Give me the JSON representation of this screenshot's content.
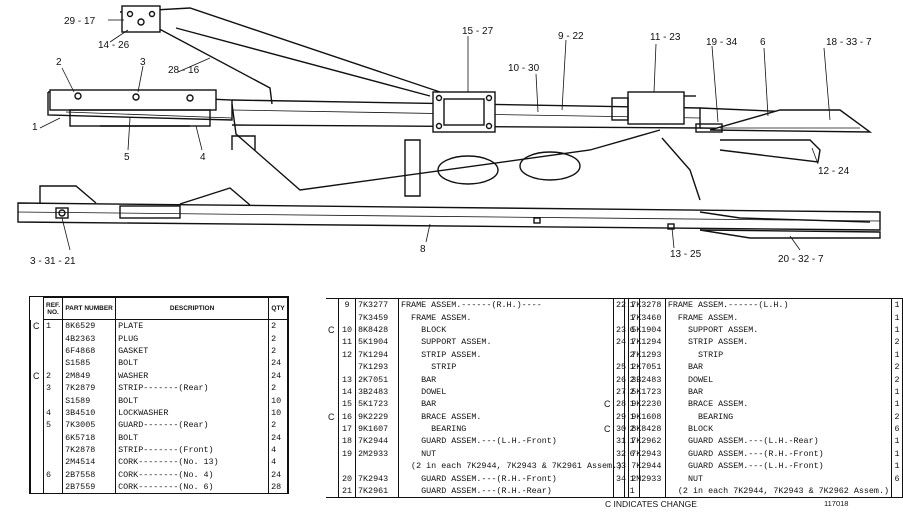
{
  "callouts": [
    {
      "id": "c1",
      "text": "29 - 17"
    },
    {
      "id": "c2",
      "text": "14 - 26"
    },
    {
      "id": "c3",
      "text": "2"
    },
    {
      "id": "c4",
      "text": "3"
    },
    {
      "id": "c5",
      "text": "28 - 16"
    },
    {
      "id": "c6",
      "text": "15 - 27"
    },
    {
      "id": "c7",
      "text": "9 - 22"
    },
    {
      "id": "c8",
      "text": "11 - 23"
    },
    {
      "id": "c9",
      "text": "19 - 34"
    },
    {
      "id": "c10",
      "text": "6"
    },
    {
      "id": "c11",
      "text": "18 - 33 - 7"
    },
    {
      "id": "c12",
      "text": "10 - 30"
    },
    {
      "id": "c13",
      "text": "1"
    },
    {
      "id": "c14",
      "text": "5"
    },
    {
      "id": "c15",
      "text": "4"
    },
    {
      "id": "c16",
      "text": "12 - 24"
    },
    {
      "id": "c17",
      "text": "3 - 31 - 21"
    },
    {
      "id": "c18",
      "text": "8"
    },
    {
      "id": "c19",
      "text": "13 - 25"
    },
    {
      "id": "c20",
      "text": "20 - 32 - 7"
    }
  ],
  "table1": {
    "headers": {
      "ref": "REF. NO.",
      "part": "PART NUMBER",
      "desc": "DESCRIPTION",
      "qty": "QTY"
    },
    "rows": [
      {
        "c": "C",
        "ref": "1",
        "part": "8K6529",
        "desc": "PLATE",
        "qty": "2"
      },
      {
        "c": "",
        "ref": "",
        "part": "4B2363",
        "desc": "PLUG",
        "qty": "2"
      },
      {
        "c": "",
        "ref": "",
        "part": "6F4868",
        "desc": "GASKET",
        "qty": "2"
      },
      {
        "c": "",
        "ref": "",
        "part": "S1585",
        "desc": "BOLT",
        "qty": "24"
      },
      {
        "c": "C",
        "ref": "2",
        "part": "2M849",
        "desc": "WASHER",
        "qty": "24"
      },
      {
        "c": "",
        "ref": "3",
        "part": "7K2879",
        "desc": "STRIP-------(Rear)",
        "qty": "2"
      },
      {
        "c": "",
        "ref": "",
        "part": "S1589",
        "desc": "BOLT",
        "qty": "10"
      },
      {
        "c": "",
        "ref": "4",
        "part": "3B4510",
        "desc": "LOCKWASHER",
        "qty": "10"
      },
      {
        "c": "",
        "ref": "5",
        "part": "7K3005",
        "desc": "GUARD-------(Rear)",
        "qty": "2"
      },
      {
        "c": "",
        "ref": "",
        "part": "6K5718",
        "desc": "BOLT",
        "qty": "24"
      },
      {
        "c": "",
        "ref": "",
        "part": "7K2878",
        "desc": "STRIP-------(Front)",
        "qty": "4"
      },
      {
        "c": "",
        "ref": "",
        "part": "2M4514",
        "desc": "CORK--------(No. 13)",
        "qty": "4"
      },
      {
        "c": "",
        "ref": "6",
        "part": "2B7558",
        "desc": "CORK--------(No. 4)",
        "qty": "24"
      },
      {
        "c": "",
        "ref": "",
        "part": "2B7559",
        "desc": "CORK--------(No. 6)",
        "qty": "28"
      }
    ]
  },
  "table2": {
    "rows": [
      {
        "c": "",
        "ref": "9",
        "part": "7K3277",
        "desc": "FRAME ASSEM.------(R.H.)----",
        "qty": "1"
      },
      {
        "c": "",
        "ref": "",
        "part": "7K3459",
        "desc": "  FRAME ASSEM.",
        "qty": "1"
      },
      {
        "c": "C",
        "ref": "10",
        "part": "8K8428",
        "desc": "    BLOCK",
        "qty": "6"
      },
      {
        "c": "",
        "ref": "11",
        "part": "5K1904",
        "desc": "    SUPPORT ASSEM.",
        "qty": "1"
      },
      {
        "c": "",
        "ref": "12",
        "part": "7K1294",
        "desc": "    STRIP ASSEM.",
        "qty": "2"
      },
      {
        "c": "",
        "ref": "",
        "part": "7K1293",
        "desc": "      STRIP",
        "qty": "1"
      },
      {
        "c": "",
        "ref": "13",
        "part": "2K7051",
        "desc": "    BAR",
        "qty": "2"
      },
      {
        "c": "",
        "ref": "14",
        "part": "3B2483",
        "desc": "    DOWEL",
        "qty": "2"
      },
      {
        "c": "",
        "ref": "15",
        "part": "5K1723",
        "desc": "    BAR",
        "qty": "1"
      },
      {
        "c": "C",
        "ref": "16",
        "part": "9K2229",
        "desc": "    BRACE ASSEM.",
        "qty": "1"
      },
      {
        "c": "",
        "ref": "17",
        "part": "9K1607",
        "desc": "      BEARING",
        "qty": "2"
      },
      {
        "c": "",
        "ref": "18",
        "part": "7K2944",
        "desc": "    GUARD ASSEM.---(L.H.-Front)",
        "qty": "1"
      },
      {
        "c": "",
        "ref": "19",
        "part": "2M2933",
        "desc": "    NUT",
        "qty": "6"
      },
      {
        "c": "",
        "ref": "",
        "part": "",
        "desc": "  (2 in each 7K2944, 7K2943 & 7K2961 Assem.)",
        "qty": ""
      },
      {
        "c": "",
        "ref": "20",
        "part": "7K2943",
        "desc": "    GUARD ASSEM.---(R.H.-Front)",
        "qty": "1"
      },
      {
        "c": "",
        "ref": "21",
        "part": "7K2961",
        "desc": "    GUARD ASSEM.---(R.H.-Rear)",
        "qty": "1"
      }
    ]
  },
  "table3": {
    "rows": [
      {
        "c": "",
        "ref": "22",
        "part": "7K3278",
        "desc": "FRAME ASSEM.------(L.H.)",
        "qty": "1"
      },
      {
        "c": "",
        "ref": "",
        "part": "7K3460",
        "desc": "  FRAME ASSEM.",
        "qty": "1"
      },
      {
        "c": "",
        "ref": "23",
        "part": "5K1904",
        "desc": "    SUPPORT ASSEM.",
        "qty": "1"
      },
      {
        "c": "",
        "ref": "24",
        "part": "7K1294",
        "desc": "    STRIP ASSEM.",
        "qty": "2"
      },
      {
        "c": "",
        "ref": "",
        "part": "7K1293",
        "desc": "      STRIP",
        "qty": "1"
      },
      {
        "c": "",
        "ref": "25",
        "part": "2K7051",
        "desc": "    BAR",
        "qty": "2"
      },
      {
        "c": "",
        "ref": "26",
        "part": "3B2483",
        "desc": "    DOWEL",
        "qty": "2"
      },
      {
        "c": "",
        "ref": "27",
        "part": "5K1723",
        "desc": "    BAR",
        "qty": "1"
      },
      {
        "c": "C",
        "ref": "28",
        "part": "9K2230",
        "desc": "    BRACE ASSEM.",
        "qty": "1"
      },
      {
        "c": "",
        "ref": "29",
        "part": "9K1608",
        "desc": "      BEARING",
        "qty": "2"
      },
      {
        "c": "C",
        "ref": "30",
        "part": "8K8428",
        "desc": "    BLOCK",
        "qty": "6"
      },
      {
        "c": "",
        "ref": "31",
        "part": "7K2962",
        "desc": "    GUARD ASSEM.---(L.H.-Rear)",
        "qty": "1"
      },
      {
        "c": "",
        "ref": "32",
        "part": "7K2943",
        "desc": "    GUARD ASSEM.---(R.H.-Front)",
        "qty": "1"
      },
      {
        "c": "",
        "ref": "33",
        "part": "7K2944",
        "desc": "    GUARD ASSEM.---(L.H.-Front)",
        "qty": "1"
      },
      {
        "c": "",
        "ref": "34",
        "part": "2M2933",
        "desc": "    NUT",
        "qty": "6"
      },
      {
        "c": "",
        "ref": "",
        "part": "",
        "desc": "  (2 in each 7K2944, 7K2943 & 7K2962 Assem.)",
        "qty": ""
      }
    ]
  },
  "footer": {
    "legend": "C INDICATES CHANGE",
    "figure_no": "117018"
  }
}
